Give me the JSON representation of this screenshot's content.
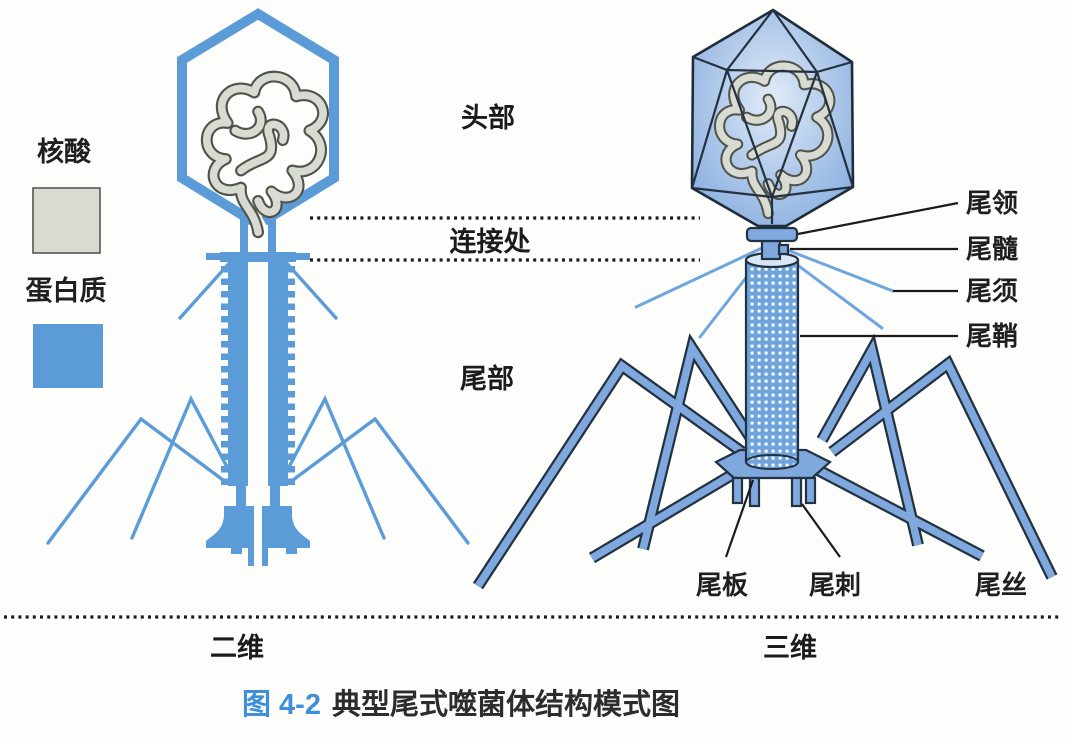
{
  "colors": {
    "protein_blue": "#5b9cd8",
    "phage3d_fill": "#8fb3df",
    "phage3d_outline": "#233240",
    "nucleic_gray": "#d8dbd2",
    "nucleic_outline": "#50534b",
    "text": "#1b1b1b",
    "caption_accent": "#3e8fd8"
  },
  "legend": {
    "nucleic_acid": "核酸",
    "protein": "蛋白质"
  },
  "section_labels": {
    "head": "头部",
    "junction": "连接处",
    "tail": "尾部"
  },
  "part_labels": {
    "collar": "尾领",
    "core": "尾髓",
    "whisker": "尾须",
    "sheath": "尾鞘",
    "baseplate": "尾板",
    "spike": "尾刺",
    "fiber": "尾丝"
  },
  "view_labels": {
    "left": "二维",
    "right": "三维"
  },
  "caption": {
    "number": "图 4-2",
    "title": "典型尾式噬菌体结构模式图"
  }
}
